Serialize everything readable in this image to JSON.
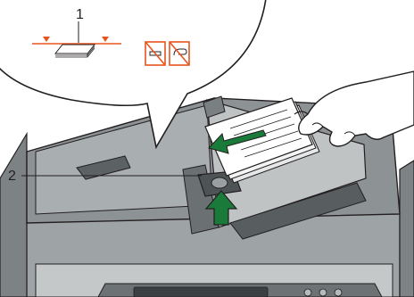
{
  "callouts": [
    {
      "number": "1",
      "target": "original-stack-limit-marks"
    },
    {
      "number": "2",
      "target": "document-set-indicator"
    }
  ],
  "icons": [
    "original-stack-limit-icon",
    "no-staples-icon",
    "no-paper-clips-icon",
    "insert-direction-arrow-icon",
    "document-set-indicator-icon"
  ],
  "colors": {
    "outline": "#231f20",
    "machine_body": "#8a8f91",
    "machine_dark": "#4f5456",
    "glass_platen": "#d9dcdd",
    "accent_orange": "#e8541e",
    "arrow_green": "#1a7a3a",
    "paper": "#ffffff"
  }
}
